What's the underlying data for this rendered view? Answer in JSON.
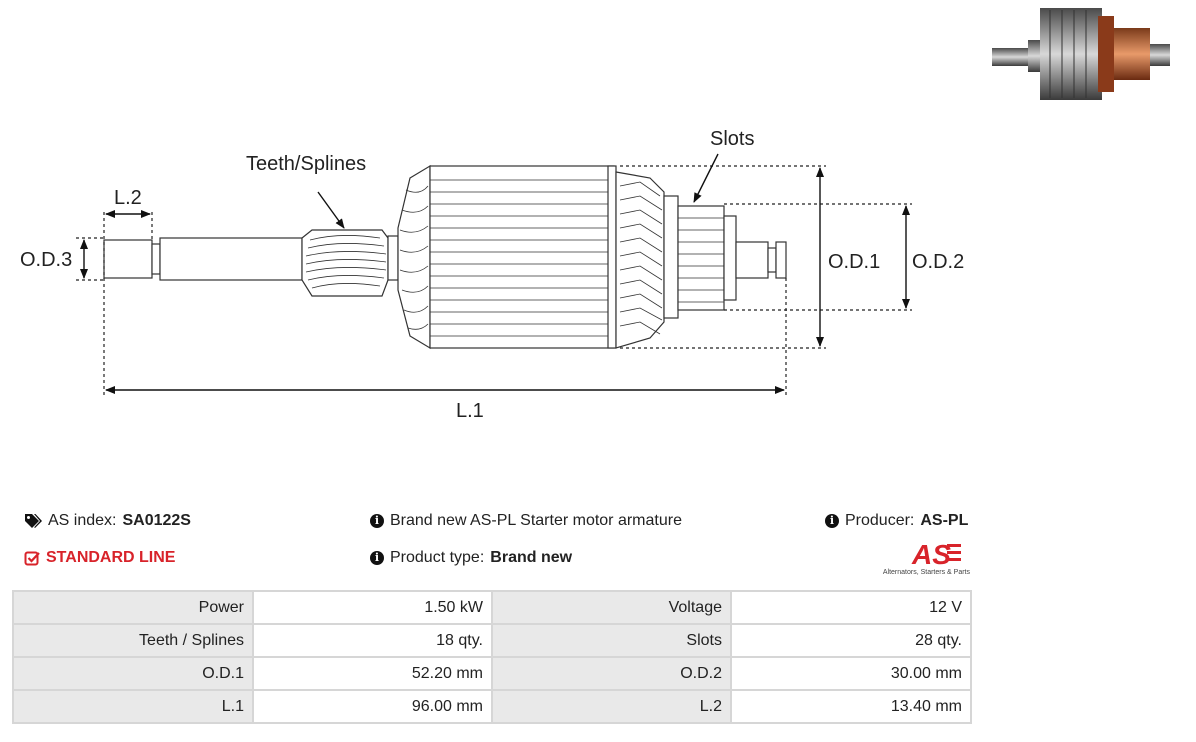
{
  "diagram": {
    "labels": {
      "teeth_splines": "Teeth/Splines",
      "slots": "Slots",
      "l2": "L.2",
      "od3": "O.D.3",
      "od1": "O.D.1",
      "od2": "O.D.2",
      "l1": "L.1"
    }
  },
  "info": {
    "as_index_label": "AS index:",
    "as_index_value": "SA0122S",
    "line": "STANDARD LINE",
    "description": "Brand new AS-PL Starter motor armature",
    "product_type_label": "Product type:",
    "product_type_value": "Brand new",
    "producer_label": "Producer:",
    "producer_value": "AS-PL"
  },
  "logo": {
    "mark": "AS",
    "tagline": "Alternators, Starters & Parts",
    "color": "#d8232a"
  },
  "specs": [
    {
      "label1": "Power",
      "value1": "1.50 kW",
      "label2": "Voltage",
      "value2": "12 V"
    },
    {
      "label1": "Teeth / Splines",
      "value1": "18 qty.",
      "label2": "Slots",
      "value2": "28 qty."
    },
    {
      "label1": "O.D.1",
      "value1": "52.20 mm",
      "label2": "O.D.2",
      "value2": "30.00 mm"
    },
    {
      "label1": "L.1",
      "value1": "96.00 mm",
      "label2": "L.2",
      "value2": "13.40 mm"
    }
  ],
  "icons": [
    "tags-icon",
    "check-square-icon",
    "info-circle-icon"
  ]
}
